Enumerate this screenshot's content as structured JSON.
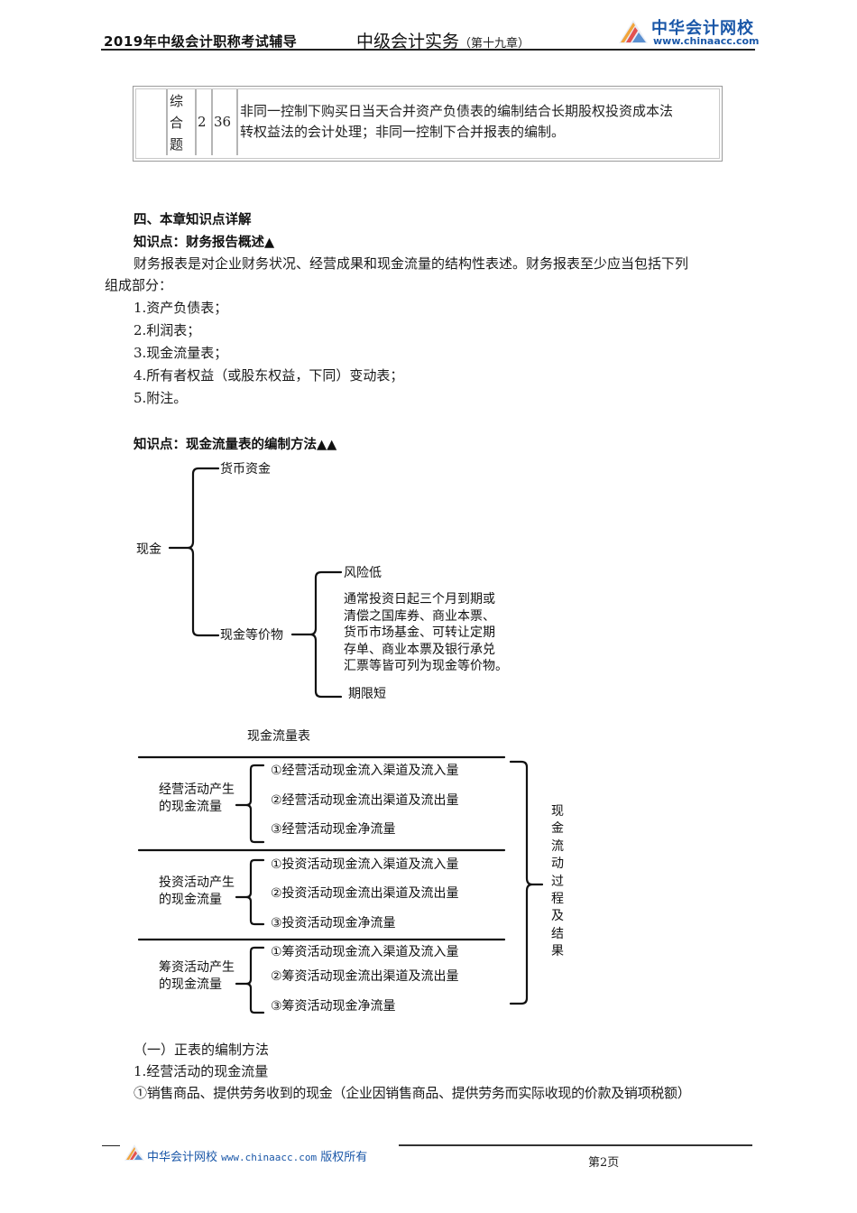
{
  "header": {
    "left_title": "2019年中级会计职称考试辅导",
    "course": "中级会计实务",
    "chapter": "（第十九章）",
    "logo_name": "中华会计网校",
    "logo_url": "www.chinaacc.com"
  },
  "top_table": {
    "row": {
      "type": [
        "综",
        "合",
        "题"
      ],
      "count": "2",
      "score": "36",
      "content_line1": "非同一控制下购买日当天合并资产负债表的编制结合长期股权投资成本法",
      "content_line2": "转权益法的会计处理；非同一控制下合并报表的编制。"
    }
  },
  "section": {
    "heading": "四、本章知识点详解",
    "kp1_title": "知识点：财务报告概述▲",
    "kp1_para_line1": "财务报表是对企业财务状况、经营成果和现金流量的结构性表述。财务报表至少应当包括下列",
    "kp1_para_line2": "组成部分：",
    "kp1_items": [
      "1.资产负债表；",
      "2.利润表；",
      "3.现金流量表；",
      "4.所有者权益（或股东权益，下同）变动表；",
      "5.附注。"
    ],
    "kp2_title": "知识点：现金流量表的编制方法▲▲"
  },
  "cash_diagram": {
    "root": "现金",
    "branch1": "货币资金",
    "branch2": "现金等价物",
    "sub_top": "风险低",
    "sub_desc": [
      "通常投资日起三个月到期或",
      "清偿之国库券、商业本票、",
      "货币市场基金、可转让定期",
      "存单、商业本票及银行承兑",
      "汇票等皆可列为现金等价物。"
    ],
    "sub_bottom": "期限短"
  },
  "cashflow_diagram": {
    "title": "现金流量表",
    "groups": [
      {
        "label_line1": "经营活动产生",
        "label_line2": "的现金流量",
        "items": [
          "①经营活动现金流入渠道及流入量",
          "②经营活动现金流出渠道及流出量",
          "③经营活动现金净流量"
        ]
      },
      {
        "label_line1": "投资活动产生",
        "label_line2": "的现金流量",
        "items": [
          "①投资活动现金流入渠道及流入量",
          "②投资活动现金流出渠道及流出量",
          "③投资活动现金净流量"
        ]
      },
      {
        "label_line1": "筹资活动产生",
        "label_line2": "的现金流量",
        "items": [
          "①筹资活动现金流入渠道及流入量",
          "②筹资活动现金流出渠道及流出量",
          "③筹资活动现金净流量"
        ]
      }
    ],
    "side_label": [
      "现",
      "金",
      "流",
      "动",
      "过",
      "程",
      "及",
      "结",
      "果"
    ]
  },
  "method": {
    "sub_heading": "（一）正表的编制方法",
    "item1": "1.经营活动的现金流量",
    "item1_1": "①销售商品、提供劳务收到的现金（企业因销售商品、提供劳务而实际收现的价款及销项税额）"
  },
  "footer": {
    "brand": "中华会计网校",
    "url": "www.chinaacc.com",
    "rights": "版权所有",
    "page": "第2页"
  }
}
